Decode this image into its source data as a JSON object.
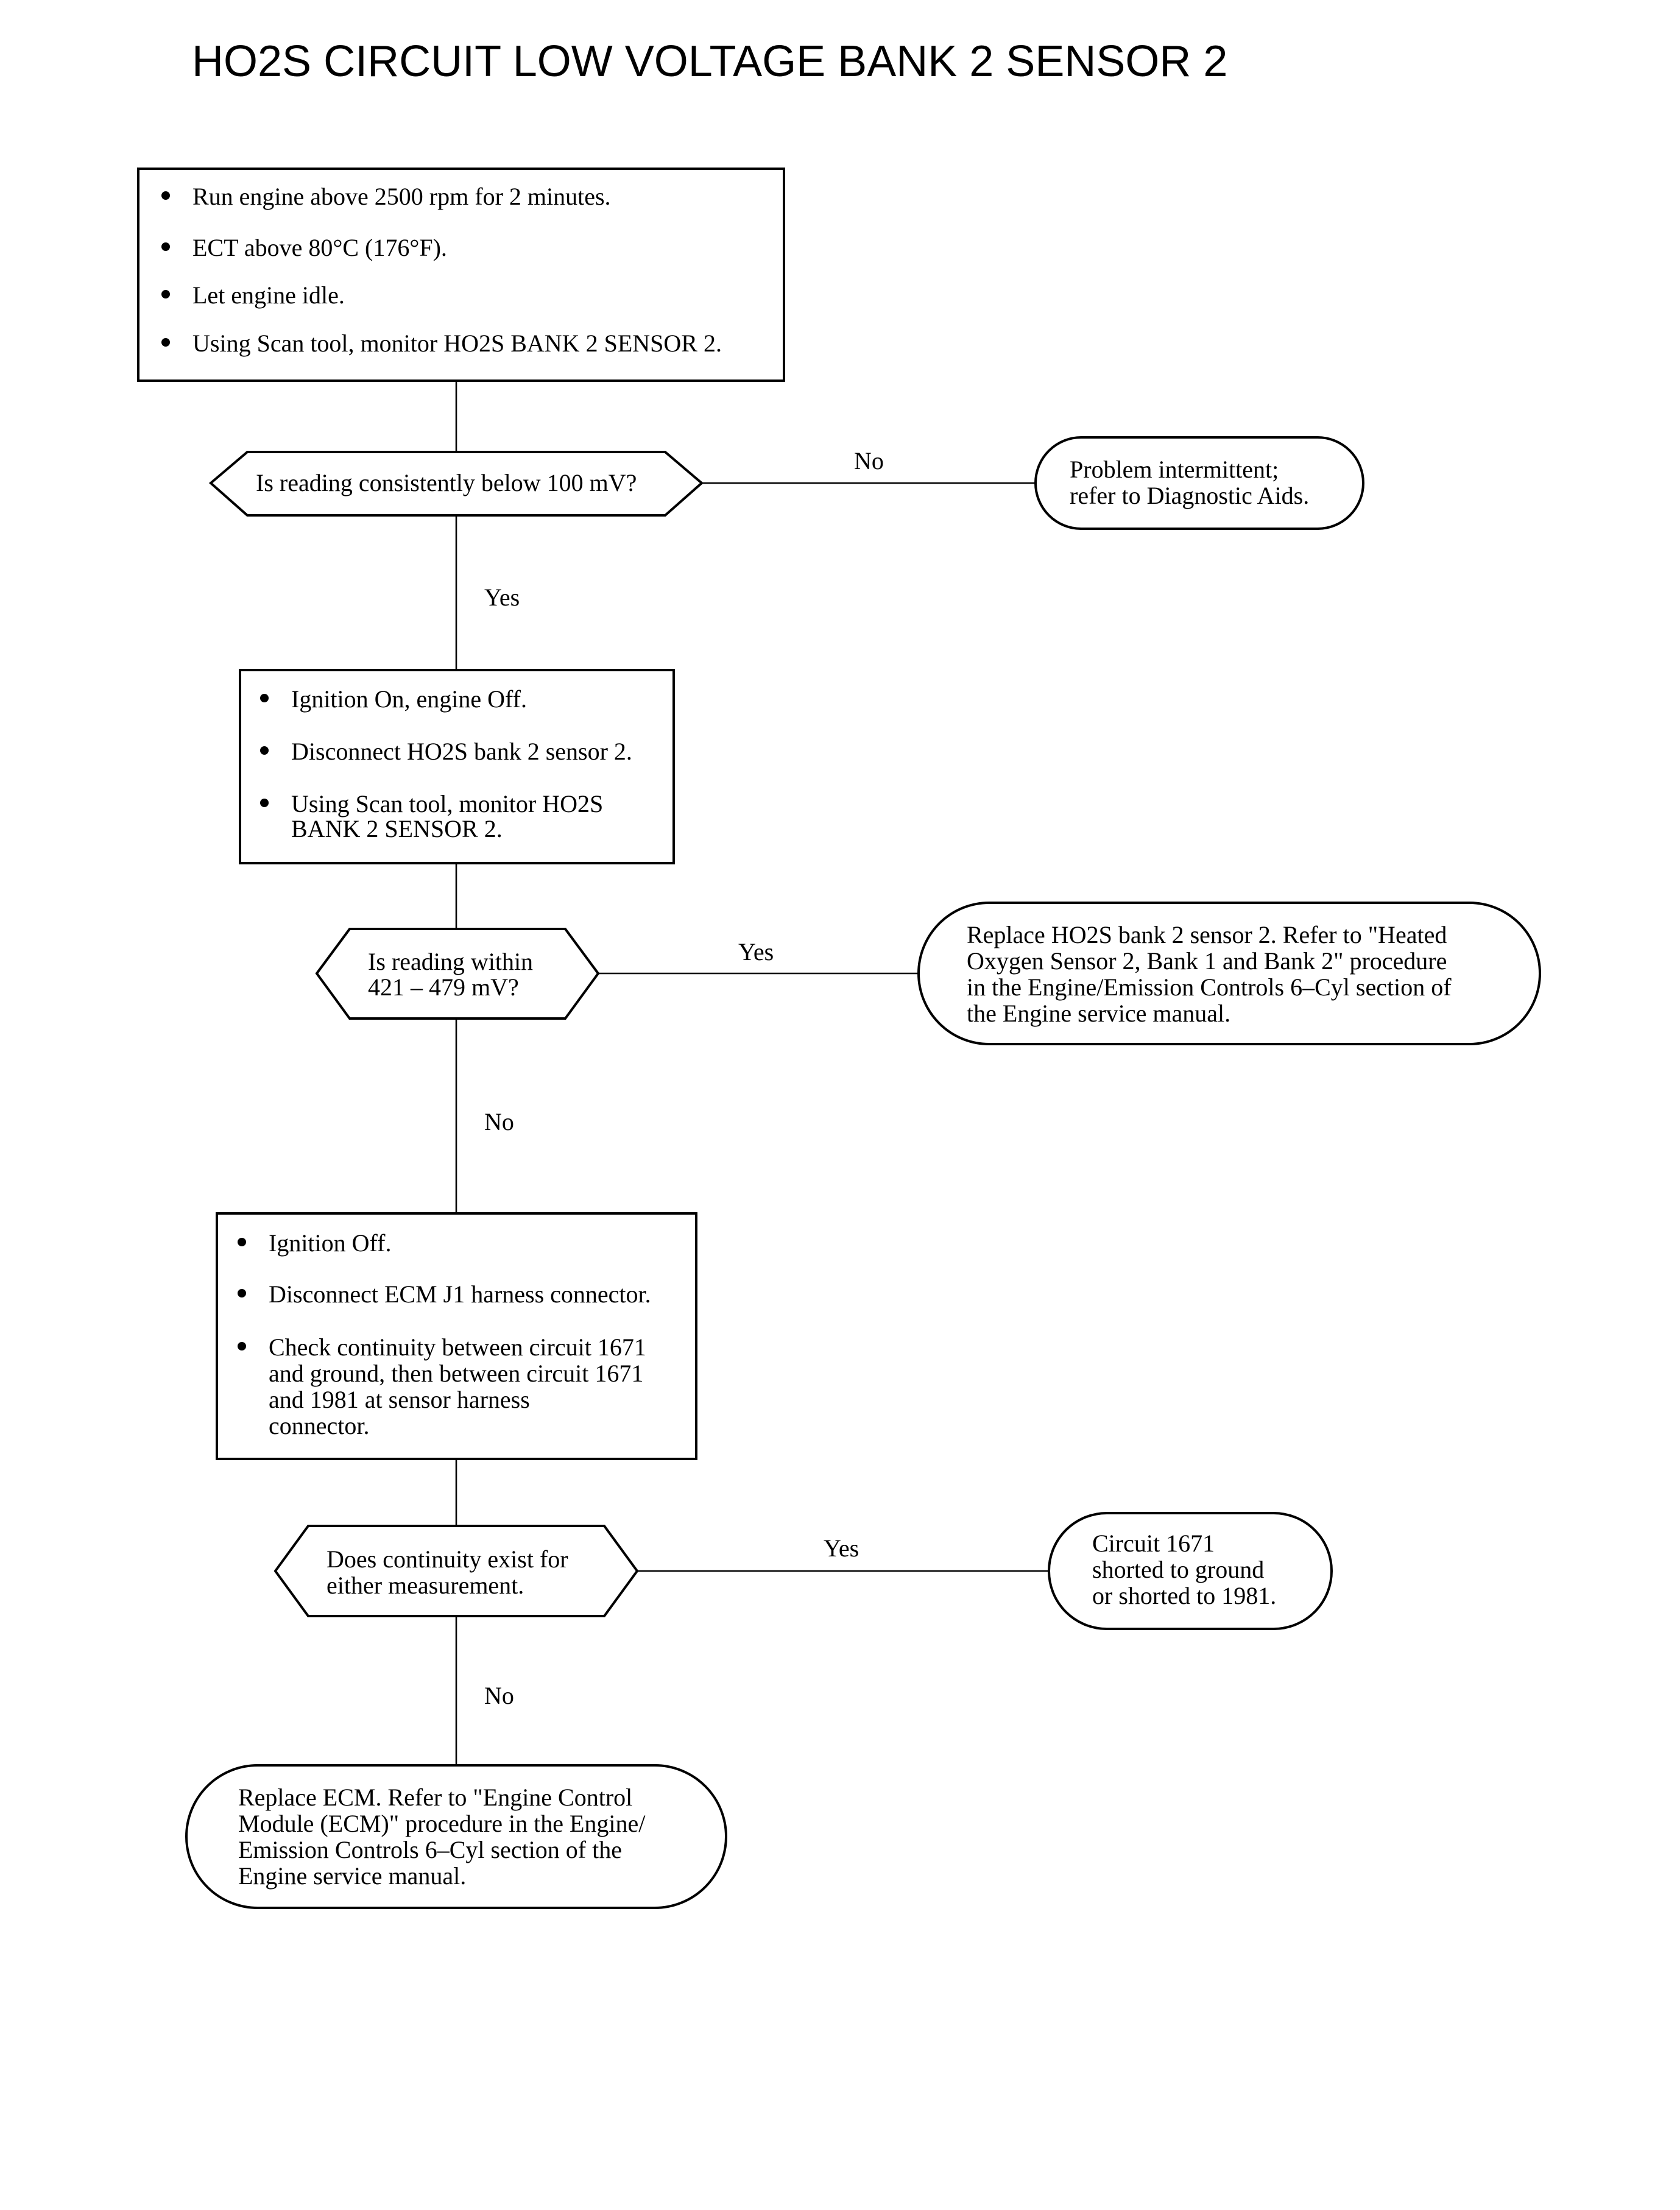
{
  "title": "HO2S CIRCUIT LOW VOLTAGE BANK 2 SENSOR 2",
  "step1": {
    "bullets": [
      [
        "Run engine  above 2500 rpm for 2 minutes."
      ],
      [
        "ECT above 80°C (176°F)."
      ],
      [
        "Let engine idle."
      ],
      [
        "Using Scan tool, monitor HO2S BANK 2 SENSOR 2."
      ]
    ]
  },
  "decision1": {
    "lines": [
      "Is reading consistently below 100 mV?"
    ],
    "yes_label": "Yes",
    "no_label": "No"
  },
  "result_intermittent": {
    "lines": [
      "Problem intermittent;",
      "refer to Diagnostic Aids."
    ]
  },
  "step2": {
    "bullets": [
      [
        "Ignition On, engine Off."
      ],
      [
        "Disconnect HO2S bank 2 sensor 2."
      ],
      [
        "Using Scan tool, monitor HO2S",
        "BANK 2 SENSOR 2."
      ]
    ]
  },
  "decision2": {
    "lines": [
      "Is reading within",
      "421 – 479 mV?"
    ],
    "yes_label": "Yes",
    "no_label": "No"
  },
  "result_replace_sensor": {
    "lines": [
      "Replace HO2S bank 2 sensor 2. Refer to \"Heated",
      "Oxygen Sensor 2, Bank 1 and Bank 2\" procedure",
      "in the Engine/Emission Controls 6–Cyl section of",
      "the Engine service manual."
    ]
  },
  "step3": {
    "bullets": [
      [
        "Ignition Off."
      ],
      [
        "Disconnect ECM J1 harness connector."
      ],
      [
        "Check continuity between circuit 1671",
        "and ground, then between circuit 1671",
        "and 1981 at sensor harness",
        "connector."
      ]
    ]
  },
  "decision3": {
    "lines": [
      "Does continuity exist for",
      "either measurement."
    ],
    "yes_label": "Yes",
    "no_label": "No"
  },
  "result_circuit_short": {
    "lines": [
      "Circuit 1671",
      "shorted to ground",
      "or shorted to 1981."
    ]
  },
  "result_replace_ecm": {
    "lines": [
      "Replace ECM. Refer to \"Engine Control",
      "Module (ECM)\" procedure in the Engine/",
      "Emission Controls 6–Cyl section of the",
      "Engine service manual."
    ]
  }
}
